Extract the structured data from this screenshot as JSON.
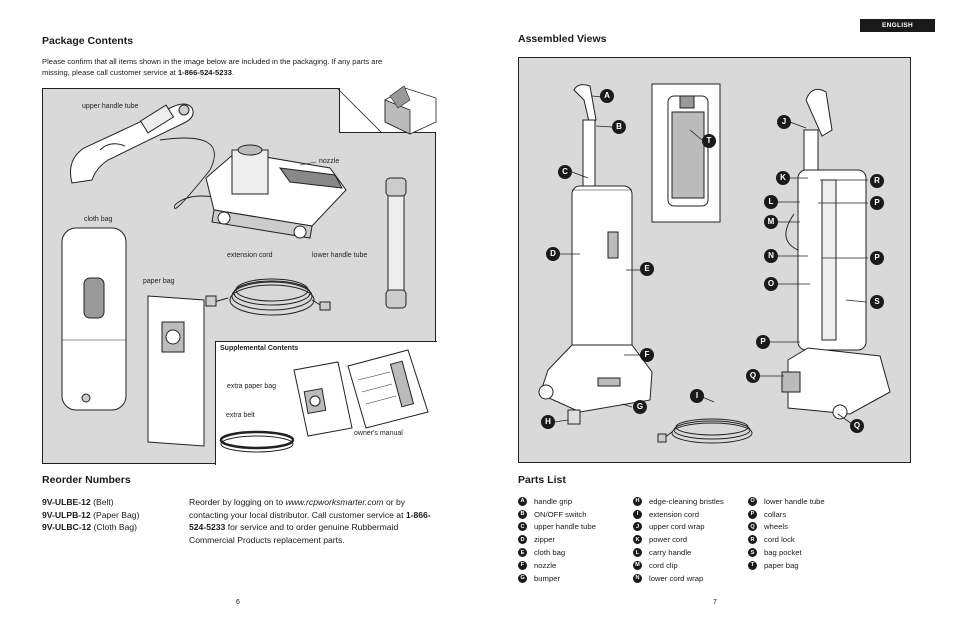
{
  "language_tab": "ENGLISH",
  "left": {
    "package_title": "Package Contents",
    "package_intro_1": "Please confirm that all items shown in the image below are included in the packaging. If any parts are",
    "package_intro_2": "missing, please call customer service at ",
    "phone": "1-866-524-5233",
    "period": ".",
    "labels": {
      "upper_handle_tube": "upper handle tube",
      "nozzle": "nozzle",
      "cloth_bag": "cloth bag",
      "paper_bag": "paper bag",
      "extension_cord": "extension cord",
      "lower_handle_tube": "lower handle tube",
      "supplemental_contents": "Supplemental Contents",
      "extra_paper_bag": "extra paper bag",
      "extra_belt": "extra belt",
      "owners_manual": "owner's manual"
    },
    "reorder_title": "Reorder Numbers",
    "reorder_items": [
      {
        "code": "9V-ULBE-12",
        "desc": " (Belt)"
      },
      {
        "code": "9V-ULPB-12",
        "desc": " (Paper Bag)"
      },
      {
        "code": "9V-ULBC-12",
        "desc": " (Cloth Bag)"
      }
    ],
    "reorder_text_1": "Reorder by logging on to ",
    "reorder_url": "www.rcpworksmarter.com",
    "reorder_text_2": " or by contacting your local distributor. Call customer service at ",
    "reorder_phone": "1-866-524-5233",
    "reorder_text_3": " for service and to order genuine Rubbermaid Commercial Products replacement parts.",
    "page_number": "6"
  },
  "right": {
    "assembled_title": "Assembled Views",
    "callouts": [
      "A",
      "B",
      "C",
      "D",
      "E",
      "F",
      "G",
      "H",
      "I",
      "J",
      "K",
      "L",
      "M",
      "N",
      "O",
      "P",
      "P",
      "P",
      "Q",
      "Q",
      "R",
      "S",
      "T"
    ],
    "parts_title": "Parts List",
    "parts": [
      [
        {
          "letter": "A",
          "name": "handle grip"
        },
        {
          "letter": "B",
          "name": "ON/OFF switch"
        },
        {
          "letter": "C",
          "name": "upper handle tube"
        },
        {
          "letter": "D",
          "name": "zipper"
        },
        {
          "letter": "E",
          "name": "cloth bag"
        },
        {
          "letter": "F",
          "name": "nozzle"
        },
        {
          "letter": "G",
          "name": "bumper"
        }
      ],
      [
        {
          "letter": "H",
          "name": "edge-cleaning bristles"
        },
        {
          "letter": "I",
          "name": "extension cord"
        },
        {
          "letter": "J",
          "name": "upper cord wrap"
        },
        {
          "letter": "K",
          "name": "power cord"
        },
        {
          "letter": "L",
          "name": "carry handle"
        },
        {
          "letter": "M",
          "name": "cord clip"
        },
        {
          "letter": "N",
          "name": "lower cord wrap"
        }
      ],
      [
        {
          "letter": "O",
          "name": "lower handle tube"
        },
        {
          "letter": "P",
          "name": "collars"
        },
        {
          "letter": "Q",
          "name": "wheels"
        },
        {
          "letter": "R",
          "name": "cord lock"
        },
        {
          "letter": "S",
          "name": "bag pocket"
        },
        {
          "letter": "T",
          "name": "paper bag"
        }
      ]
    ],
    "page_number": "7"
  }
}
